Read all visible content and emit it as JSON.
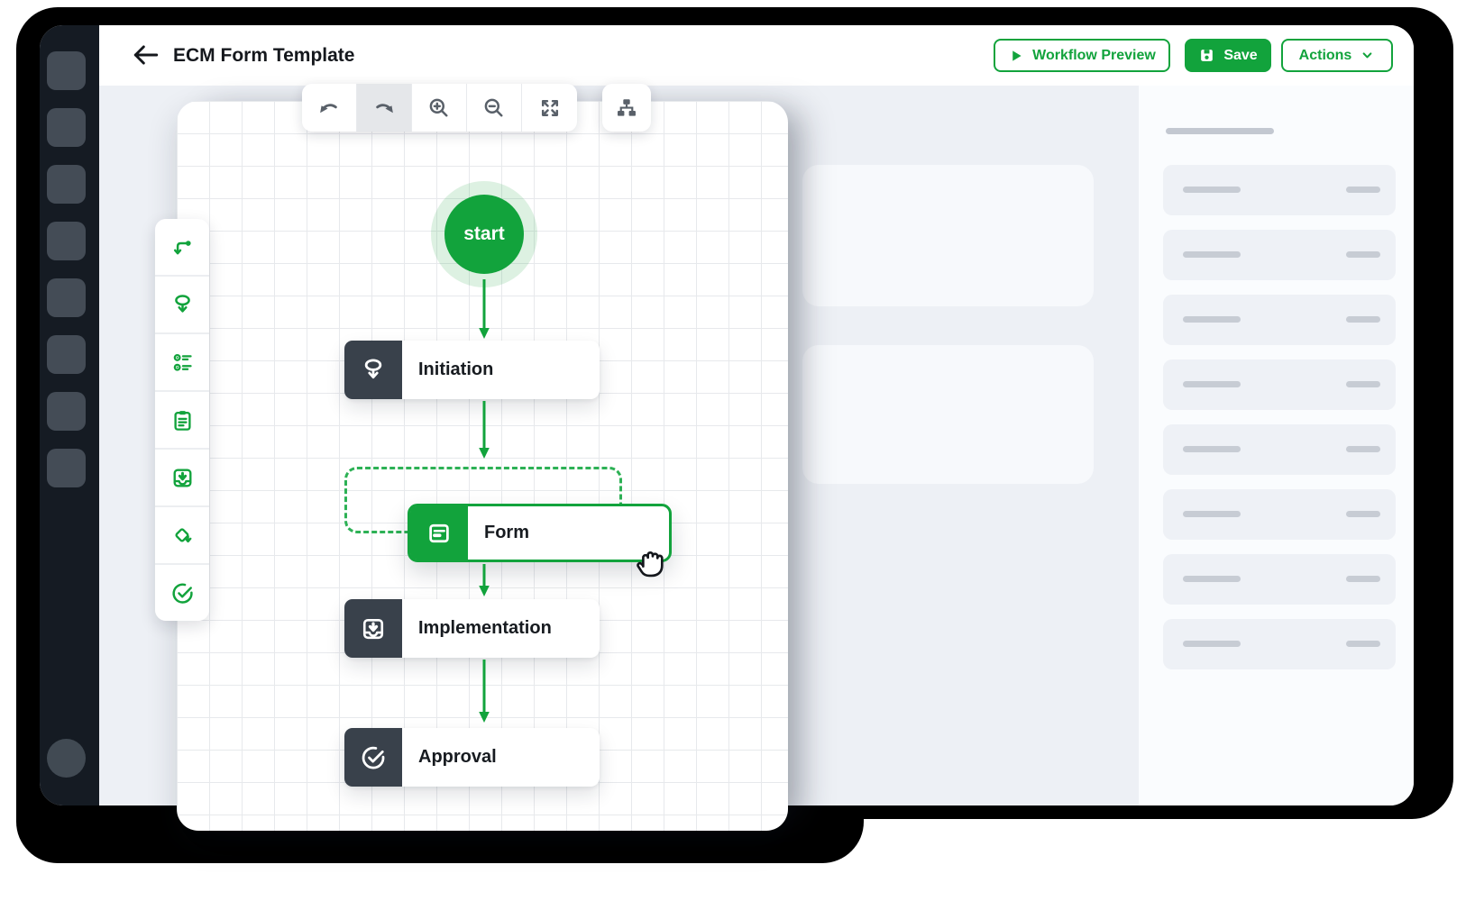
{
  "header": {
    "title": "ECM Form Template",
    "buttons": {
      "workflow_preview": "Workflow Preview",
      "save": "Save",
      "actions": "Actions"
    }
  },
  "canvas_toolbar": {
    "buttons": [
      "undo",
      "redo",
      "zoom-in",
      "zoom-out",
      "fit-view",
      "auto-layout"
    ],
    "active_button": "redo"
  },
  "palette": {
    "items": [
      "connector",
      "pin",
      "options",
      "clipboard",
      "inbox",
      "decision",
      "check-circle"
    ]
  },
  "workflow": {
    "start_label": "start",
    "nodes": [
      {
        "label": "Initiation",
        "icon": "pin-icon",
        "selected": false
      },
      {
        "label": "Form",
        "icon": "form-icon",
        "selected": true
      },
      {
        "label": "Implementation",
        "icon": "inbox-icon",
        "selected": false
      },
      {
        "label": "Approval",
        "icon": "check-circle-icon",
        "selected": false
      }
    ]
  },
  "colors": {
    "accent_green": "#12a33c",
    "node_dark": "#39414b",
    "sidebar_bg": "#151b23",
    "frame_black": "#000000",
    "canvas_grid": "#e7e9ec",
    "skeleton_line": "#c7ccd4"
  }
}
